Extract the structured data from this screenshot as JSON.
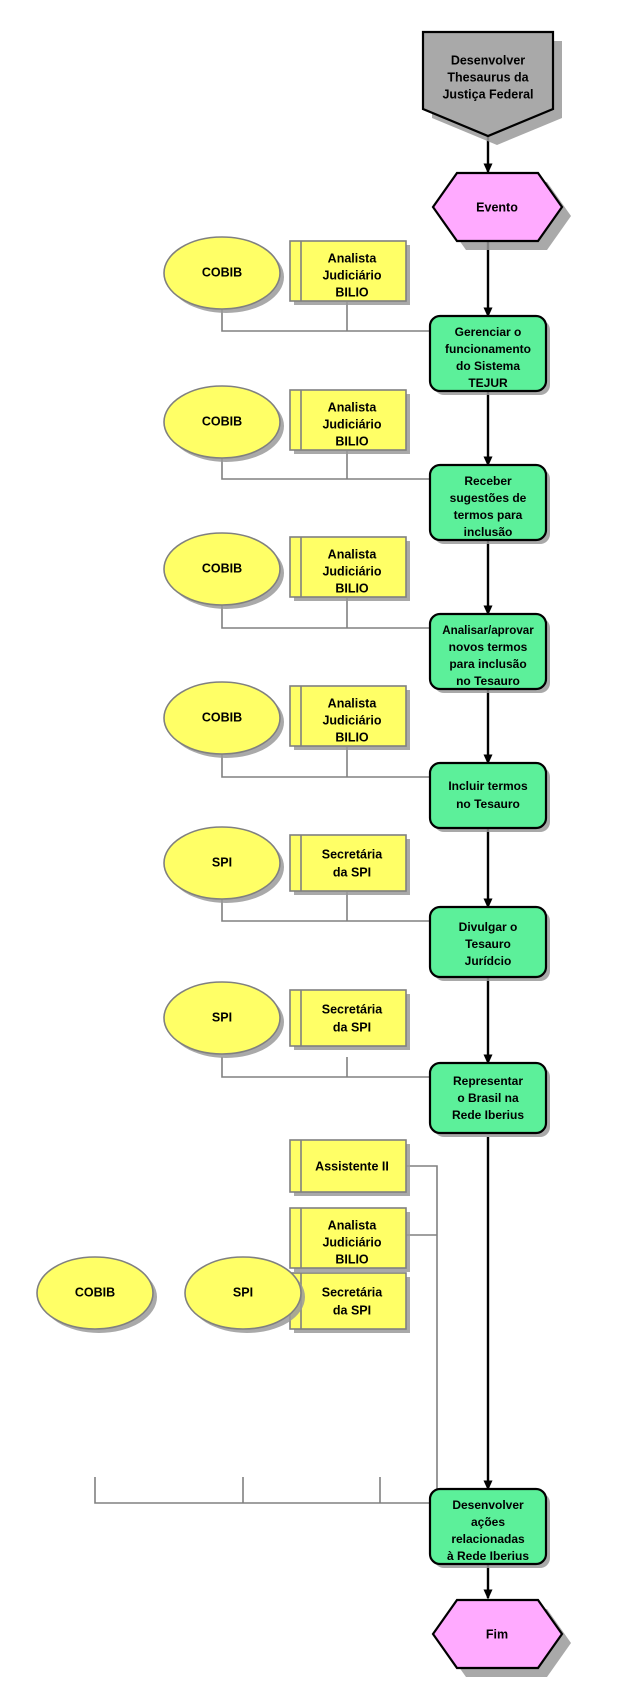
{
  "diagram": {
    "title": "Desenvolver Thesaurus da Justiça Federal",
    "language": "pt-BR",
    "colors": {
      "start_fill": "#a9a9a9",
      "event_fill": "#ffaaff",
      "process_fill": "#5cf09a",
      "role_fill": "#ffff66",
      "unit_fill": "#ffff66",
      "shadow": "#9a9a9a",
      "outline": "#000000",
      "connector": "#808080"
    },
    "start": {
      "shape": "pentagon-down",
      "lines": [
        "Desenvolver",
        "Thesaurus da",
        "Justiça Federal"
      ]
    },
    "event_start": {
      "shape": "hexagon",
      "label": "Evento"
    },
    "event_end": {
      "shape": "hexagon",
      "label": "Fim"
    },
    "steps": [
      {
        "id": "step-1",
        "lines": [
          "Gerenciar o",
          "funcionamento",
          "do Sistema",
          "TEJUR"
        ],
        "units": [
          "COBIB"
        ],
        "roles": [
          "Analista\nJudiciário\nBILIO"
        ]
      },
      {
        "id": "step-2",
        "lines": [
          "Receber",
          "sugestões de",
          "termos para",
          "inclusão"
        ],
        "units": [
          "COBIB"
        ],
        "roles": [
          "Analista\nJudiciário\nBILIO"
        ]
      },
      {
        "id": "step-3",
        "lines": [
          "Analisar/aprovar",
          "novos termos",
          "para inclusão",
          "no Tesauro"
        ],
        "units": [
          "COBIB"
        ],
        "roles": [
          "Analista\nJudiciário\nBILIO"
        ]
      },
      {
        "id": "step-4",
        "lines": [
          "Incluir termos",
          "no Tesauro"
        ],
        "units": [
          "COBIB"
        ],
        "roles": [
          "Analista\nJudiciário\nBILIO"
        ]
      },
      {
        "id": "step-5",
        "lines": [
          "Divulgar o",
          "Tesauro",
          "Jurídcio"
        ],
        "units": [
          "SPI"
        ],
        "roles": [
          "Secretária\nda SPI"
        ]
      },
      {
        "id": "step-6",
        "lines": [
          "Representar",
          "o Brasil na",
          "Rede Iberius"
        ],
        "units": [
          "SPI"
        ],
        "roles": [
          "Secretária\nda SPI"
        ]
      },
      {
        "id": "step-7",
        "lines": [
          "Desenvolver",
          "ações",
          "relacionadas",
          "à Rede Iberius"
        ],
        "units": [
          "COBIB",
          "SPI"
        ],
        "roles": [
          "Assistente II",
          "Analista\nJudiciário\nBILIO",
          "Secretária\nda SPI"
        ]
      }
    ],
    "labels": {
      "unit_cobib": "COBIB",
      "unit_spi": "SPI",
      "role_analista": "Analista",
      "role_analista_2": "Judiciário",
      "role_analista_3": "BILIO",
      "role_secretaria": "Secretária",
      "role_secretaria_2": "da SPI",
      "role_assistente": "Assistente II"
    }
  }
}
